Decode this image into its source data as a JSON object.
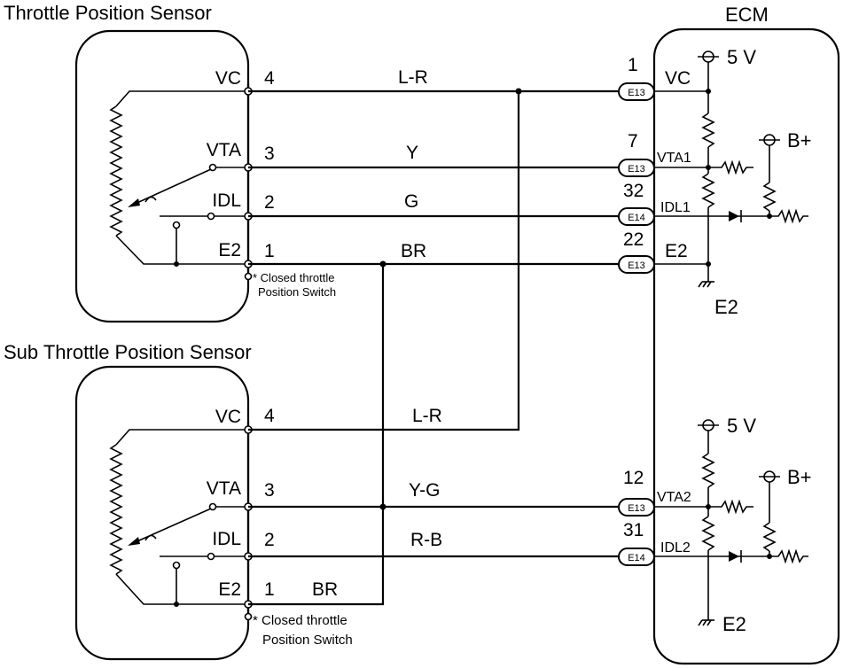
{
  "sensor1": {
    "title": "Throttle Position Sensor",
    "note_line1": "* Closed throttle",
    "note_line2": "Position Switch"
  },
  "sensor2": {
    "title": "Sub Throttle Position Sensor",
    "note_line1": "* Closed throttle",
    "note_line2": "Position Switch"
  },
  "ecm": {
    "title": "ECM",
    "supply_5v": "5 V",
    "supply_bplus": "B+",
    "ground_label": "E2"
  },
  "terminals": {
    "vc": "VC",
    "vta": "VTA",
    "idl": "IDL",
    "e2": "E2"
  },
  "pins": [
    "4",
    "3",
    "2",
    "1"
  ],
  "wires_top": [
    "L-R",
    "Y",
    "G",
    "BR"
  ],
  "wires_bottom": [
    "L-R",
    "Y-G",
    "R-B",
    "BR"
  ],
  "ecm_pins": {
    "vc": "1",
    "vta1": "7",
    "idl1": "32",
    "e2": "22",
    "vta2": "12",
    "idl2": "31"
  },
  "ecm_terminals": {
    "vc": "VC",
    "vta1": "VTA1",
    "idl1": "IDL1",
    "e2": "E2",
    "vta2": "VTA2",
    "idl2": "IDL2"
  },
  "connectors": {
    "vc": "E13",
    "vta1": "E13",
    "idl1": "E14",
    "e2": "E13",
    "vta2": "E13",
    "idl2": "E14"
  }
}
